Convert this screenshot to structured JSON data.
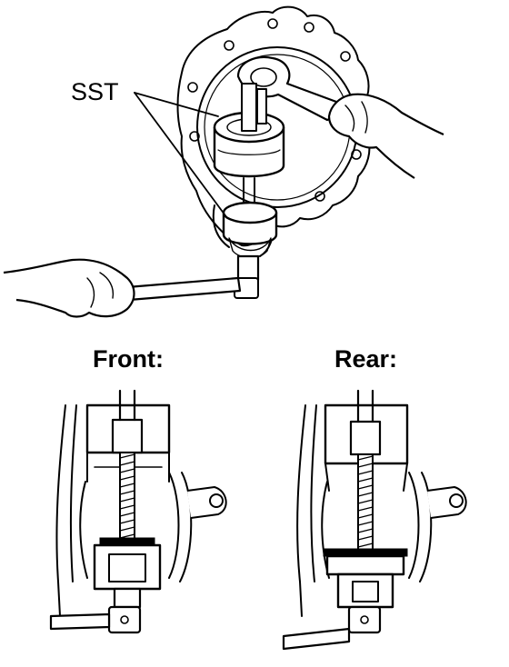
{
  "labels": {
    "sst": "SST",
    "front": "Front:",
    "rear": "Rear:"
  },
  "colors": {
    "ink": "#000000",
    "paper": "#ffffff"
  }
}
